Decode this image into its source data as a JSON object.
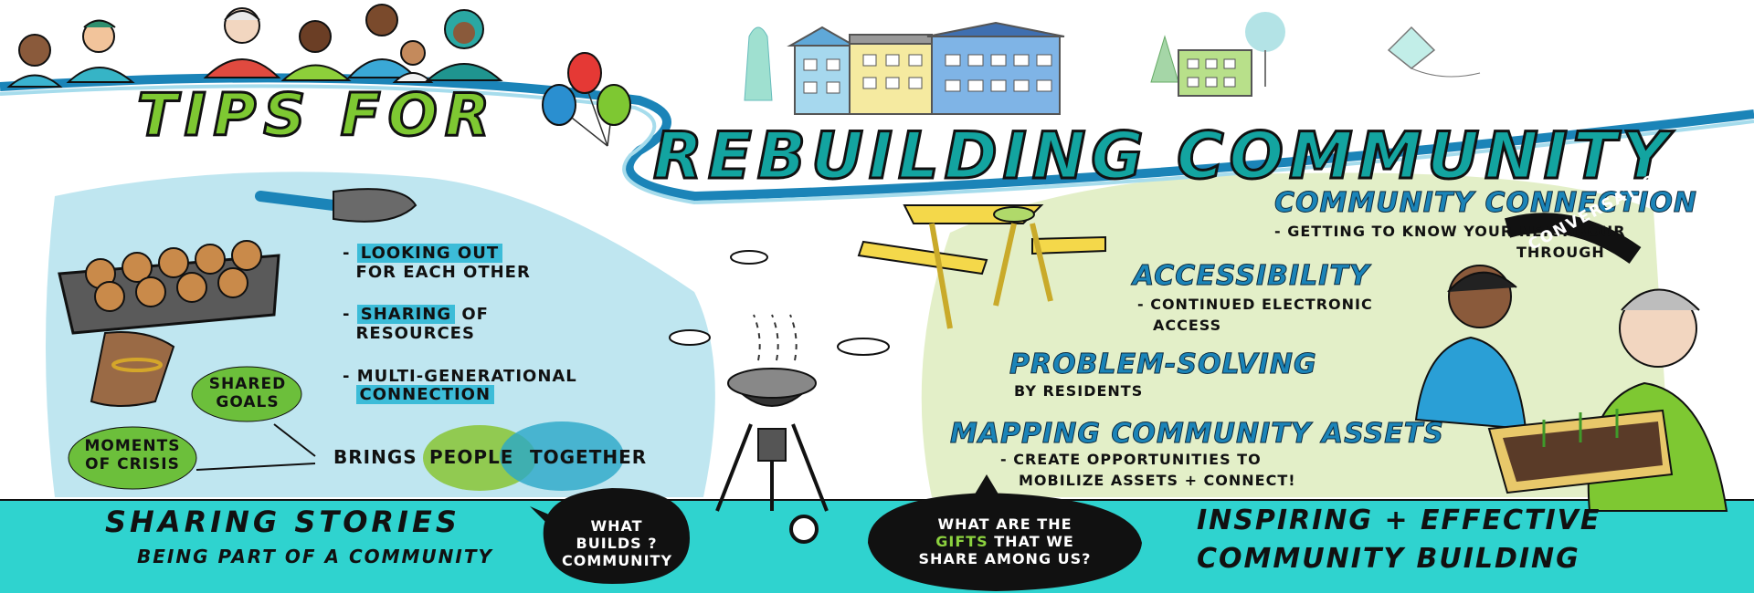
{
  "title": {
    "part1": "TIPS FOR",
    "part2": "REBUILDING COMMUNITY"
  },
  "left_panel": {
    "tips": [
      {
        "highlight": "LOOKING OUT",
        "rest": "FOR EACH OTHER"
      },
      {
        "highlight": "SHARING",
        "rest_inline": " OF",
        "rest": "RESOURCES"
      },
      {
        "plain": "MULTI-GENERATIONAL",
        "highlight": "CONNECTION"
      }
    ],
    "bubbles": {
      "shared_goals": "SHARED GOALS",
      "moments_of_crisis": "MOMENTS OF CRISIS"
    },
    "brings": "BRINGS",
    "people": "PEOPLE",
    "together": "TOGETHER"
  },
  "right_panel": {
    "sections": [
      {
        "heading": "COMMUNITY CONNECTION",
        "lines": [
          "- GETTING TO KNOW YOUR NEIGHBOUR",
          "THROUGH"
        ]
      },
      {
        "heading": "ACCESSIBILITY",
        "lines": [
          "- CONTINUED ELECTRONIC",
          "ACCESS"
        ]
      },
      {
        "heading": "PROBLEM-SOLVING",
        "lines": [
          "BY RESIDENTS"
        ]
      },
      {
        "heading": "MAPPING COMMUNITY ASSETS",
        "lines": [
          "- CREATE OPPORTUNITIES TO",
          "MOBILIZE ASSETS + CONNECT!"
        ]
      }
    ],
    "conversation_word": "CONVERSATION"
  },
  "bottom_banner": {
    "left_title": "SHARING STORIES",
    "left_sub": "BEING PART OF A COMMUNITY",
    "bubble_left": {
      "line1": "WHAT",
      "line2": "BUILDS ?",
      "line3": "COMMUNITY"
    },
    "bubble_right": {
      "line1": "WHAT ARE THE",
      "gifts": "GIFTS",
      "line2_rest": " THAT WE",
      "line3": "SHARE AMONG US?"
    },
    "right_title_line1": "INSPIRING + EFFECTIVE",
    "right_title_line2": "COMMUNITY BUILDING"
  },
  "colors": {
    "teal_banner": "#2fd3cf",
    "light_blue_panel": "#bfe6f0",
    "light_green_panel": "#e3efc8",
    "green_accent": "#7ec832",
    "blue_accent": "#1b84b8",
    "highlight_blue": "#3cbcd8"
  }
}
